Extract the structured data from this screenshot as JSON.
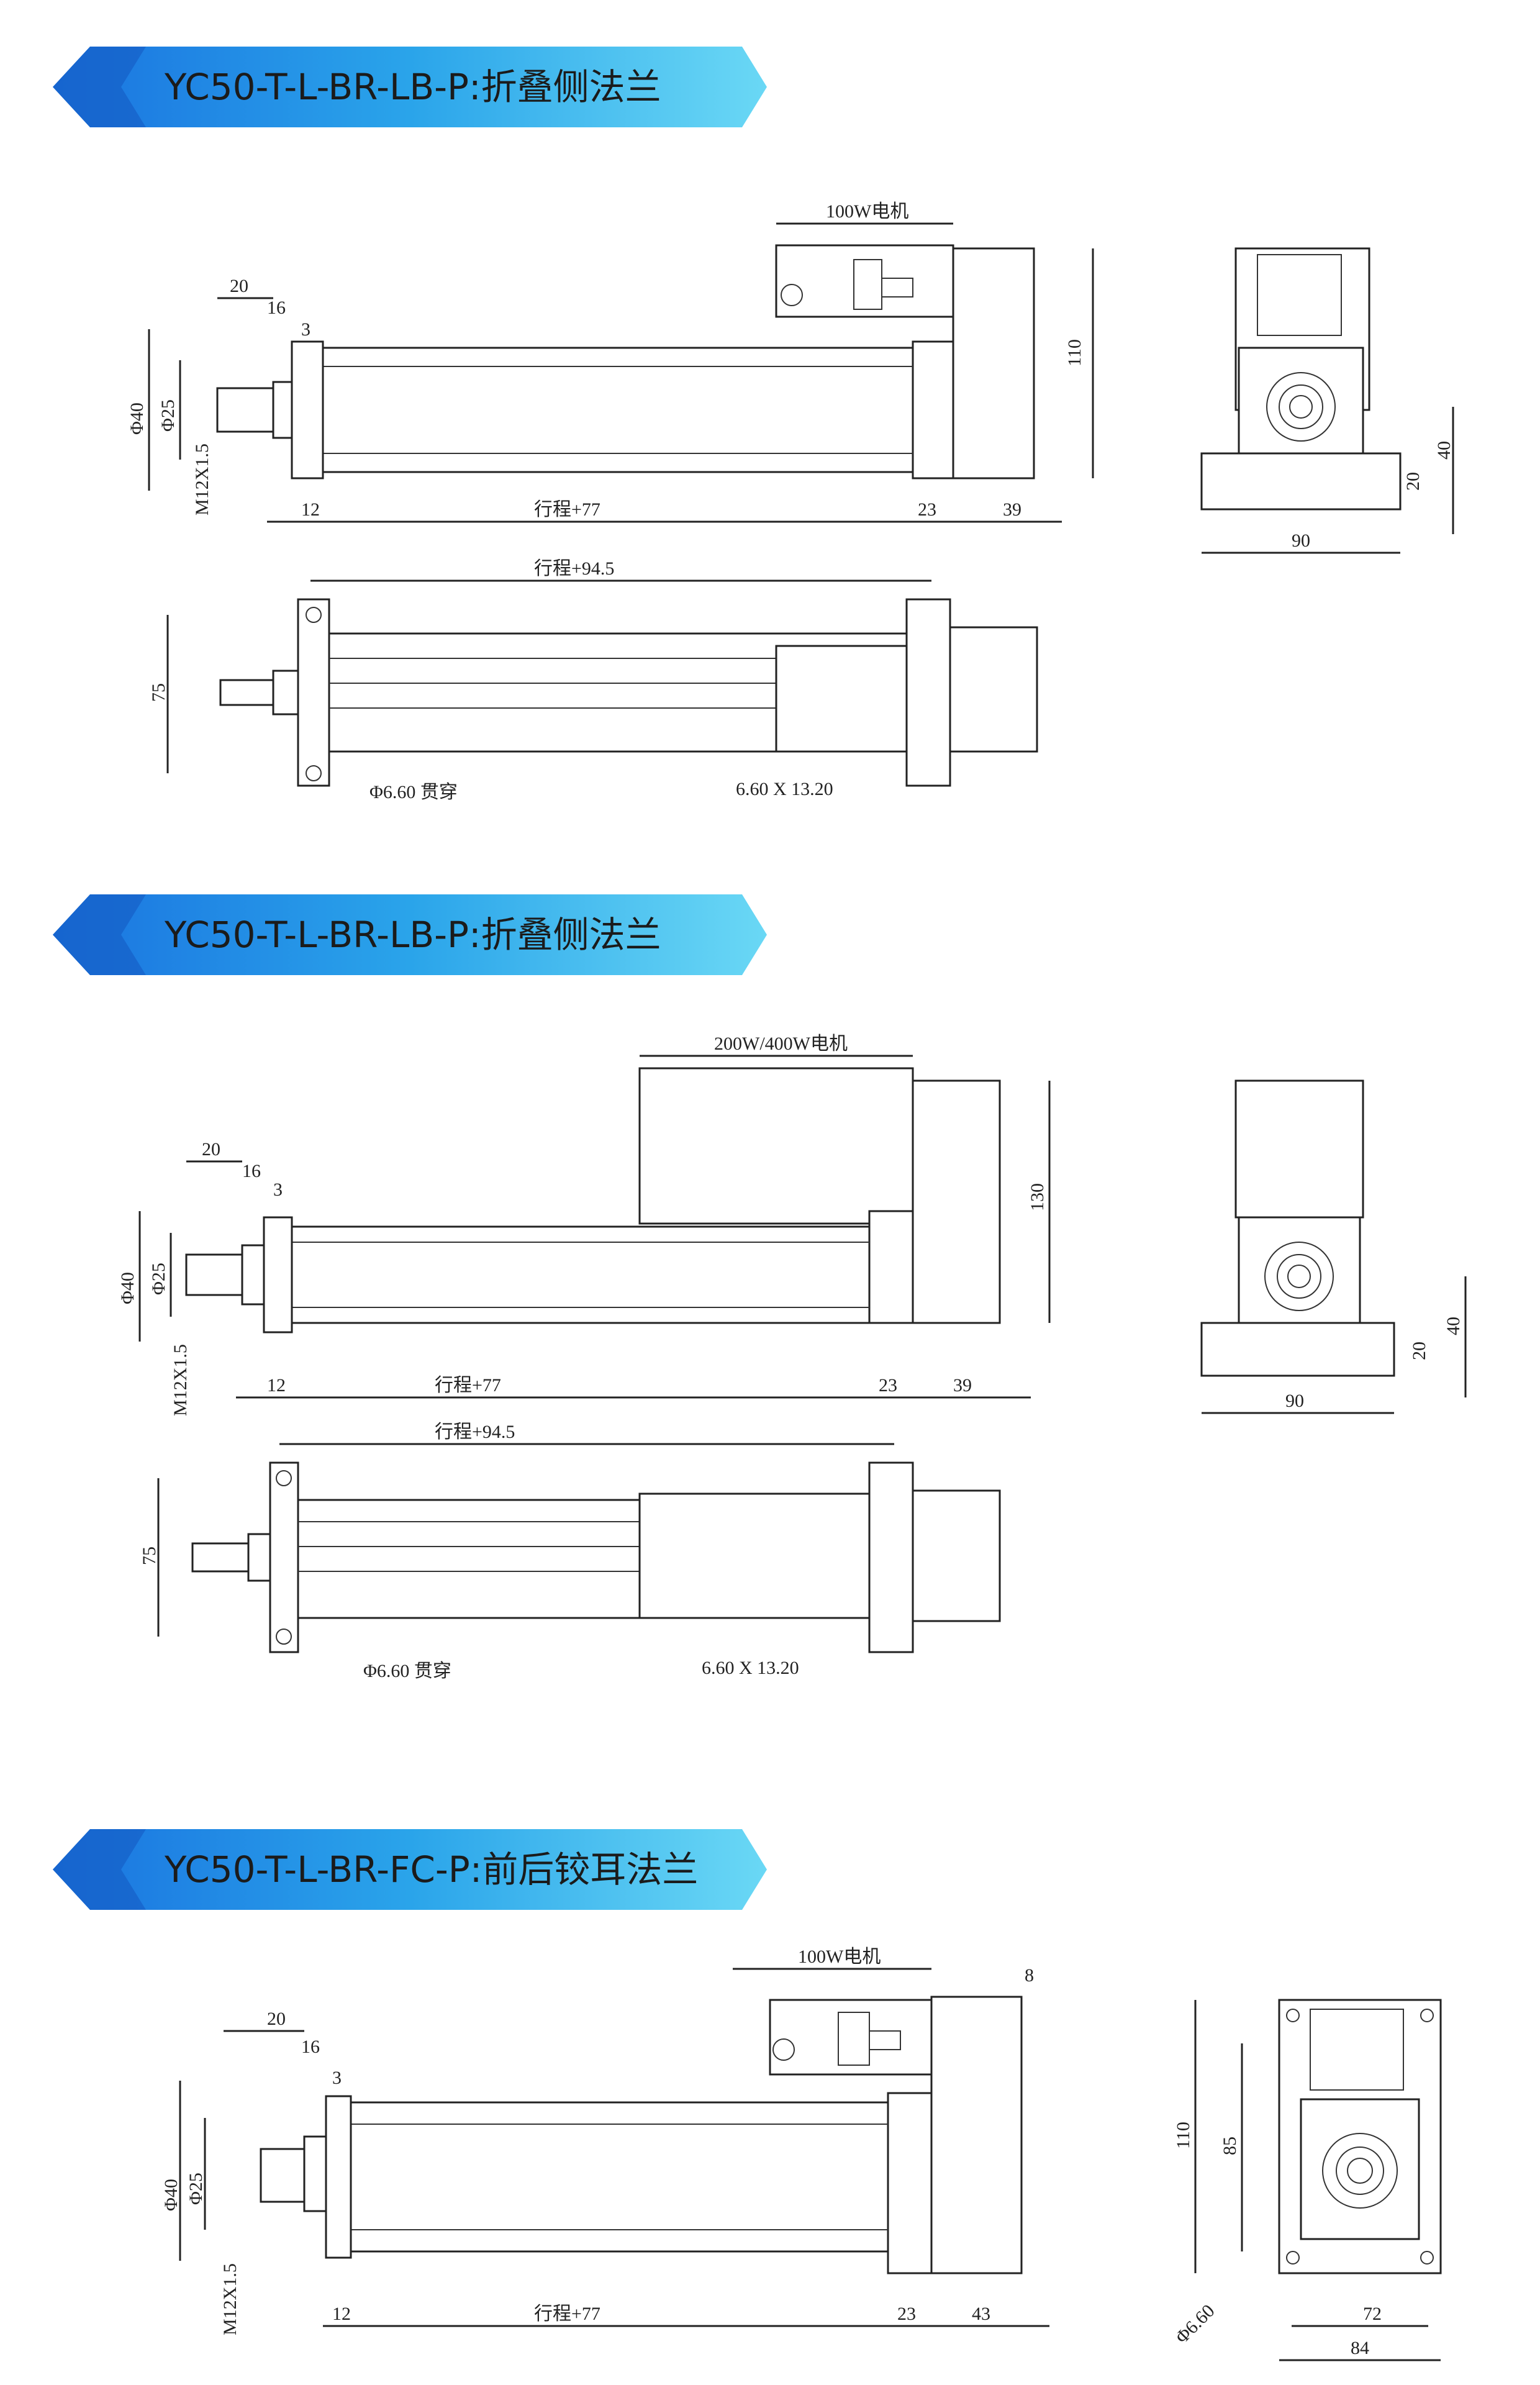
{
  "sections": [
    {
      "title": "YC50-T-L-BR-LB-P:折叠侧法兰",
      "labels": {
        "motor": "100W电机",
        "stroke77": "行程+77",
        "stroke945": "行程+94.5",
        "d20": "20",
        "d16": "16",
        "d3": "3",
        "dia40": "Φ40",
        "dia25": "Φ25",
        "thread": "M12X1.5",
        "d12": "12",
        "d23": "23",
        "d39": "39",
        "h110": "110",
        "h75": "75",
        "hole": "Φ6.60 贯穿",
        "slot": "6.60 X 13.20",
        "e40": "40",
        "e20": "20",
        "e90": "90"
      }
    },
    {
      "title": "YC50-T-L-BR-LB-P:折叠侧法兰",
      "labels": {
        "motor": "200W/400W电机",
        "stroke77": "行程+77",
        "stroke945": "行程+94.5",
        "d20": "20",
        "d16": "16",
        "d3": "3",
        "dia40": "Φ40",
        "dia25": "Φ25",
        "thread": "M12X1.5",
        "d12": "12",
        "d23": "23",
        "d39": "39",
        "h130": "130",
        "h75": "75",
        "hole": "Φ6.60 贯穿",
        "slot": "6.60 X 13.20",
        "e40": "40",
        "e20": "20",
        "e90": "90"
      }
    },
    {
      "title": "YC50-T-L-BR-FC-P:前后铰耳法兰",
      "labels": {
        "motor": "100W电机",
        "d8": "8",
        "stroke77": "行程+77",
        "d20": "20",
        "d16": "16",
        "d3": "3",
        "dia40": "Φ40",
        "dia25": "Φ25",
        "thread": "M12X1.5",
        "d12": "12",
        "d23": "23",
        "d43": "43",
        "h110": "110",
        "h85": "85",
        "hole": "Φ6.60",
        "e72": "72",
        "e84": "84"
      }
    }
  ],
  "colors": {
    "banner_light": "#3ec8f2",
    "banner_dark": "#1a73e0",
    "line": "#222222"
  }
}
